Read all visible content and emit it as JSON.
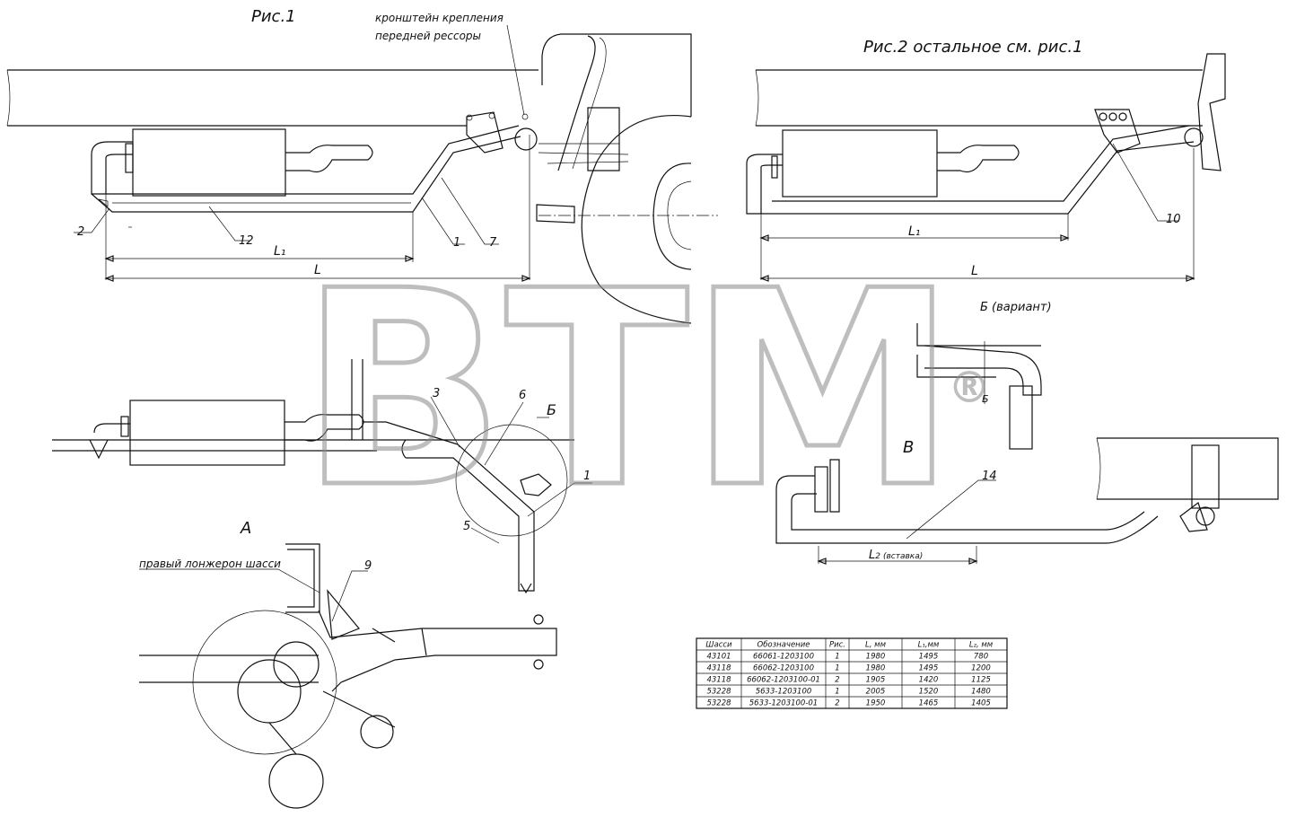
{
  "figures": {
    "fig1_title": "Рис.1",
    "fig2_title": "Рис.2 остальное см. рис.1",
    "bracket_note_line1": "кронштейн крепления",
    "bracket_note_line2": "передней рессоры",
    "variant_b": "Б (вариант)",
    "view_v": "В",
    "view_a": "А",
    "view_b_mark": "Б",
    "b_small": "Б",
    "spar_note": "правый лонжерон шасси"
  },
  "callouts": {
    "n1": "1",
    "n2": "2",
    "n3": "3",
    "n5": "5",
    "n6": "6",
    "n7": "7",
    "n9": "9",
    "n10": "10",
    "n12": "12",
    "n14": "14",
    "n1b": "1"
  },
  "dimensions": {
    "L1_fig1": "L₁",
    "L_fig1": "L",
    "L1_fig2": "L₁",
    "L_fig2": "L",
    "L2": "L",
    "L2_sub": "2",
    "L2_note": "(вставка)"
  },
  "watermark": {
    "text": "BTM",
    "registered": "®",
    "color": "#bfbfbf"
  },
  "spec_table": {
    "headers": [
      "Шасси",
      "Обозначение",
      "Рис.",
      "L, мм",
      "L₁,мм",
      "L₂, мм"
    ],
    "rows": [
      [
        "43101",
        "66061-1203100",
        "1",
        "1980",
        "1495",
        "780"
      ],
      [
        "43118",
        "66062-1203100",
        "1",
        "1980",
        "1495",
        "1200"
      ],
      [
        "43118",
        "66062-1203100-01",
        "2",
        "1905",
        "1420",
        "1125"
      ],
      [
        "53228",
        "5633-1203100",
        "1",
        "2005",
        "1520",
        "1480"
      ],
      [
        "53228",
        "5633-1203100-01",
        "2",
        "1950",
        "1465",
        "1405"
      ]
    ]
  }
}
